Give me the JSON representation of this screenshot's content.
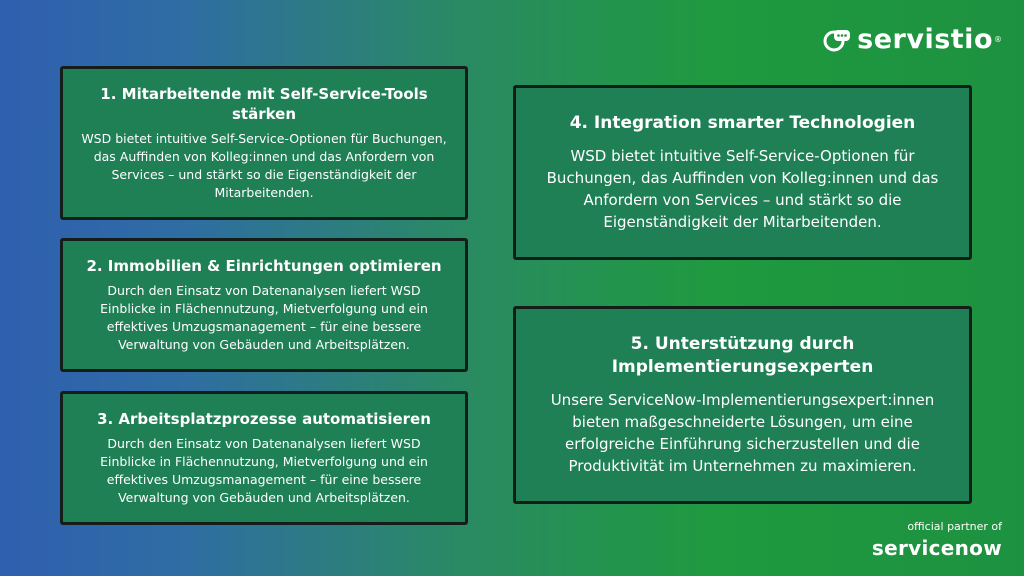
{
  "brand": {
    "name": "servistio",
    "reg": "®",
    "icon": "chat-bubble-logo-icon"
  },
  "partner": {
    "line": "official partner of",
    "brand": "servicenow"
  },
  "cards": [
    {
      "title": "1. Mitarbeitende mit Self-Service-Tools stärken",
      "body": "WSD bietet intuitive Self-Service-Optionen für Buchungen, das Auffinden von Kolleg:innen und das Anfordern von Services – und stärkt so die Eigenständigkeit der Mitarbeitenden."
    },
    {
      "title": "2. Immobilien & Einrichtungen optimieren",
      "body": "Durch den Einsatz von Datenanalysen liefert WSD Einblicke in Flächennutzung, Mietverfolgung und ein effektives Umzugsmanagement – für eine bessere Verwaltung von Gebäuden und Arbeitsplätzen."
    },
    {
      "title": "3. Arbeitsplatzprozesse automatisieren",
      "body": "Durch den Einsatz von Datenanalysen liefert WSD Einblicke in Flächennutzung, Mietverfolgung und ein effektives Umzugsmanagement – für eine bessere Verwaltung von Gebäuden und Arbeitsplätzen."
    },
    {
      "title": "4. Integration smarter Technologien",
      "body": "WSD bietet intuitive Self-Service-Optionen für Buchungen, das Auffinden von Kolleg:innen und das Anfordern von Services – und stärkt so die Eigenständigkeit der Mitarbeitenden."
    },
    {
      "title": "5. Unterstützung durch Implementierungsexperten",
      "body": "Unsere ServiceNow-Implementierungsexpert:innen bieten maßgeschneiderte Lösungen, um eine erfolgreiche Einführung sicherzustellen und die Produktivität im Unternehmen zu maximieren."
    }
  ],
  "colors": {
    "card_bg": "#1f7f55",
    "card_border": "#141d1a",
    "text": "#ffffff"
  }
}
